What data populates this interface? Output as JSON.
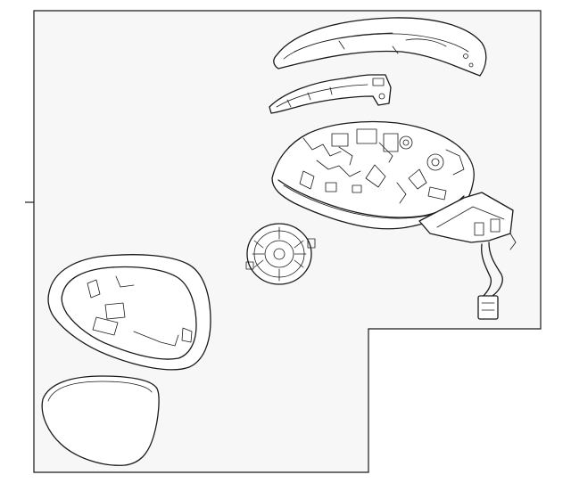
{
  "diagram": {
    "background": "#f7f7f7",
    "line_color": "#1a1a1a",
    "parts": [
      "mirror-cover-cap",
      "turn-signal-lamp",
      "mirror-housing-assembly",
      "mirror-actuator",
      "mirror-glass-holder",
      "mirror-glass"
    ]
  }
}
